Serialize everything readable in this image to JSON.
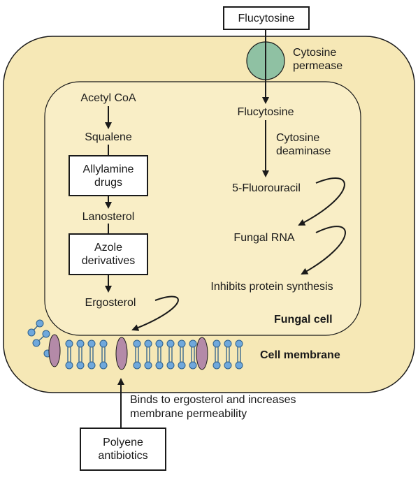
{
  "top_drug": {
    "label": "Flucytosine"
  },
  "permease": {
    "line1": "Cytosine",
    "line2": "permease"
  },
  "left_pathway": {
    "acetyl_coa": "Acetyl CoA",
    "squalene": "Squalene",
    "allylamine": {
      "line1": "Allylamine",
      "line2": "drugs"
    },
    "lanosterol": "Lanosterol",
    "azole": {
      "line1": "Azole",
      "line2": "derivatives"
    },
    "ergosterol": "Ergosterol"
  },
  "right_pathway": {
    "flucytosine": "Flucytosine",
    "deaminase": {
      "line1": "Cytosine",
      "line2": "deaminase"
    },
    "fluorouracil": "5-Fluorouracil",
    "fungal_rna": "Fungal RNA",
    "inhibits": "Inhibits protein synthesis"
  },
  "fungal_cell_label": "Fungal cell",
  "cell_membrane_label": "Cell membrane",
  "polyene": {
    "effect_line1": "Binds to ergosterol and increases",
    "effect_line2": "membrane permeability",
    "box_line1": "Polyene",
    "box_line2": "antibiotics"
  },
  "colors": {
    "cell_fill": "#f6e8b6",
    "inner_fill": "#f9eec6",
    "permease_fill": "#8fc1a3",
    "lipid_head": "#6fa8dc",
    "ergosterol_fill": "#b48aa8"
  }
}
